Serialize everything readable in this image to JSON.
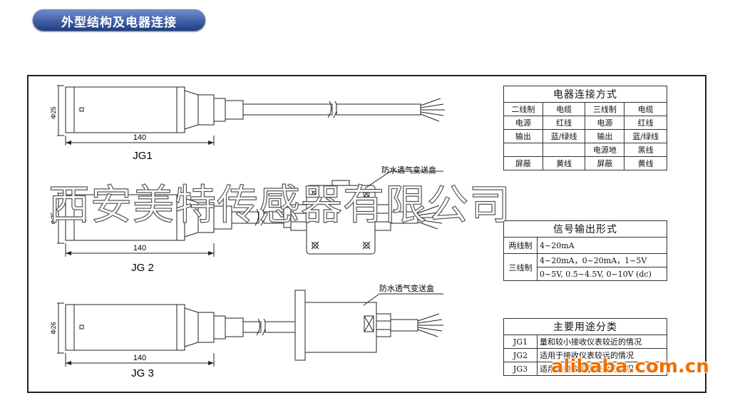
{
  "header": {
    "title": "外型结构及电器连接"
  },
  "diagrams": {
    "jg1": {
      "name": "JG1",
      "diameter": "Φ25",
      "length": "140"
    },
    "jg2": {
      "name": "JG 2",
      "diameter": "Φ25",
      "length": "140",
      "box_label": "防水透气变送盒"
    },
    "jg3": {
      "name": "JG 3",
      "diameter": "Φ26",
      "length": "140",
      "box_label": "防水透气变送盒"
    }
  },
  "electrical_table": {
    "title": "电器连接方式",
    "rows": [
      [
        "二线制",
        "电缆",
        "三线制",
        "电缆"
      ],
      [
        "电源",
        "红线",
        "电源",
        "红线"
      ],
      [
        "输出",
        "蓝/绿线",
        "输出",
        "蓝/绿线"
      ],
      [
        "",
        "",
        "电源地",
        "黑线"
      ],
      [
        "屏蔽",
        "黄线",
        "屏蔽",
        "黄线"
      ]
    ]
  },
  "signal_table": {
    "title": "信号输出形式",
    "two_wire_label": "两线制",
    "two_wire_value": "4~20mA",
    "three_wire_label": "三线制",
    "three_wire_value_1": "4~20mA，0~20mA，1~5V",
    "three_wire_value_2": "0~5V, 0.5~4.5V, 0~10V (dc)"
  },
  "usage_table": {
    "title": "主要用途分类",
    "rows": [
      [
        "JG1",
        "量和较小接收仪表较近的情况"
      ],
      [
        "JG2",
        "适用于接收仪表较远的情况"
      ],
      [
        "JG3",
        "适用于接收仪表较远的情况"
      ]
    ]
  },
  "watermark": "西安美特传感器有限公司",
  "site_mark": "alibaba.com.cn"
}
